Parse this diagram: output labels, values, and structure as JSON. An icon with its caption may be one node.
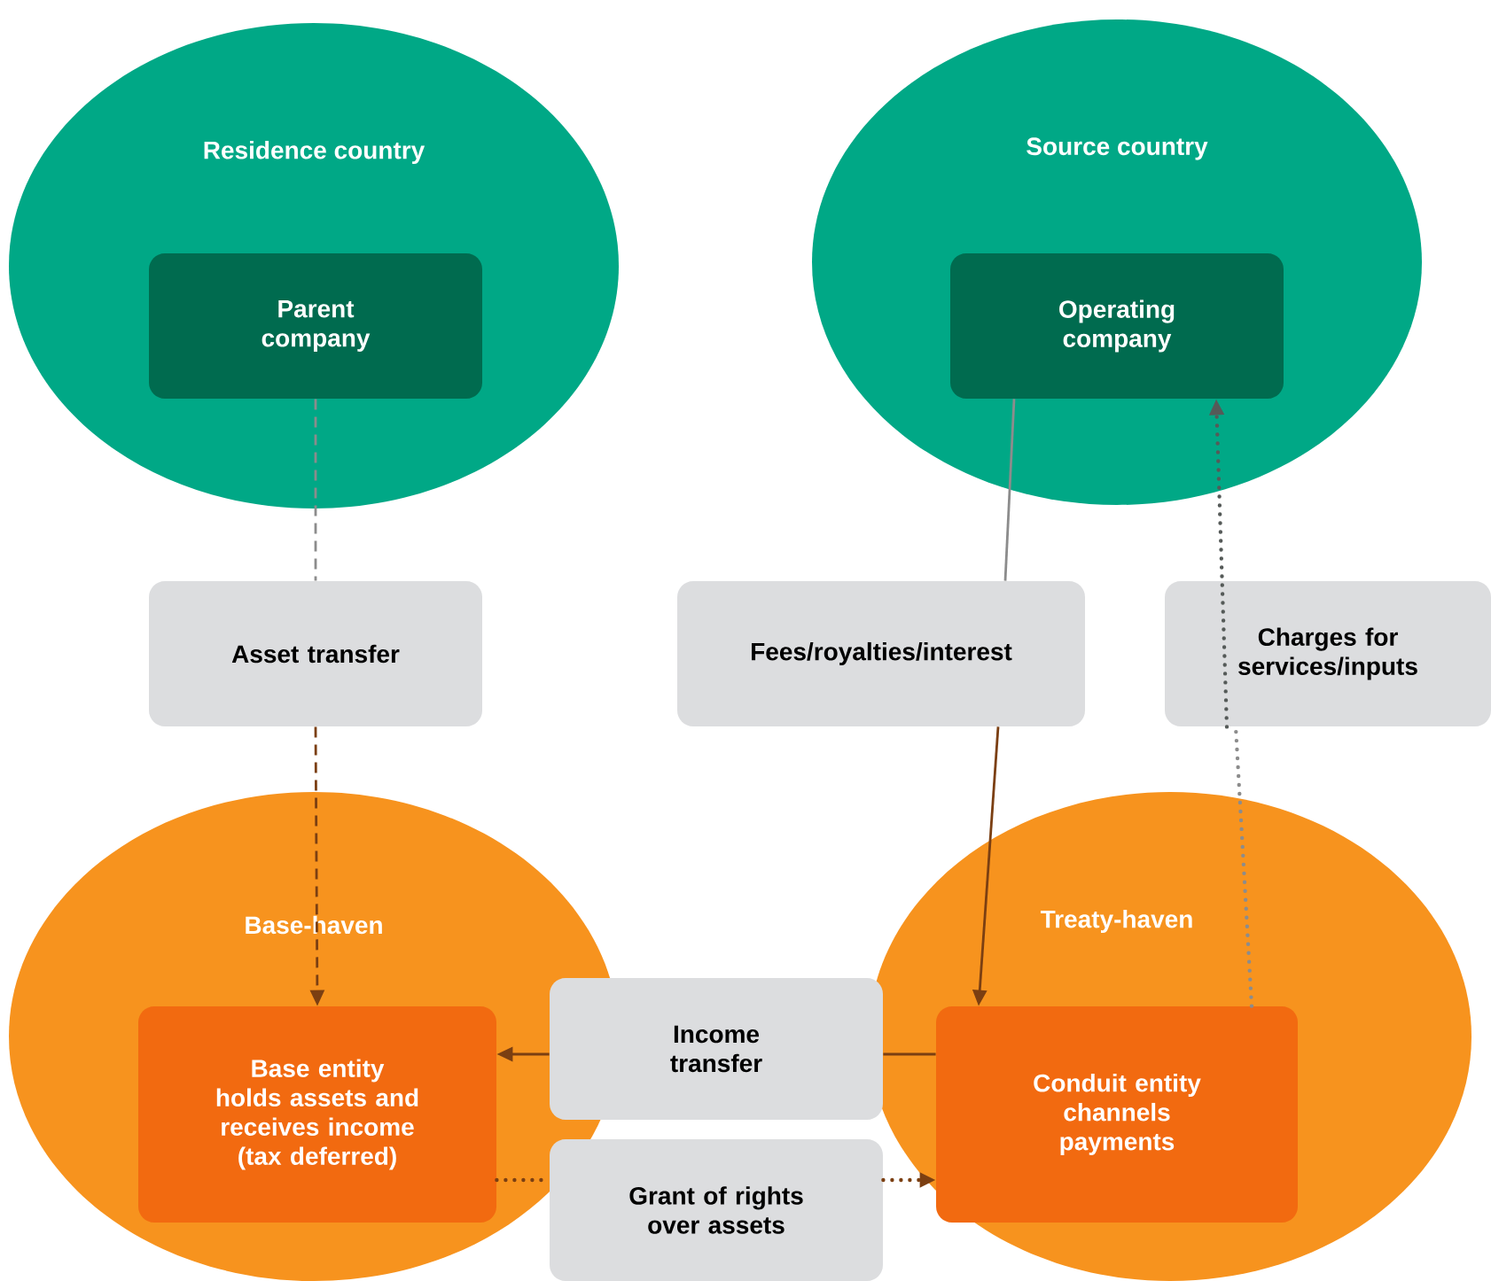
{
  "diagram": {
    "nodes": [
      {
        "text": [
          "Residence country"
        ]
      },
      {
        "text": [
          "Parent company"
        ],
        "in": 0
      },
      {
        "text": [
          "Source country"
        ]
      },
      {
        "text": [
          "Operating company"
        ],
        "in": 2
      },
      {
        "text": [
          "Asset transfer"
        ]
      },
      {
        "text": [
          "Fees/royalties/interest"
        ]
      },
      {
        "text": [
          "Charges for services/inputs"
        ]
      },
      {
        "text": [
          "Base-haven"
        ]
      },
      {
        "text": [
          "Base entity holds assets and receives income (tax deferred)"
        ],
        "in": 7
      },
      {
        "text": [
          "Treaty-haven"
        ]
      },
      {
        "text": [
          "Conduit entity channels payments"
        ],
        "in": 9
      },
      {
        "text": [
          "Income transfer"
        ]
      },
      {
        "text": [
          "Grant of rights over assets"
        ]
      }
    ],
    "edges": [
      {
        "from": 1,
        "to": 4,
        "arrow": "none",
        "style": "dashed",
        "color": "#8c8c8c"
      },
      {
        "from": 4,
        "to": 8,
        "arrow": "to",
        "style": "dashed",
        "color": "#7b3f12"
      },
      {
        "from": 3,
        "to": 5,
        "arrow": "none",
        "color": "#8c8c8c"
      },
      {
        "from": 5,
        "to": 10,
        "arrow": "to",
        "color": "#7b3f12"
      },
      {
        "from": 10,
        "to": 6,
        "arrow": "none",
        "style": "dashed",
        "color": "#8c8c8c"
      },
      {
        "from": 6,
        "to": 3,
        "arrow": "to",
        "style": "dashed",
        "color": "#555a58"
      },
      {
        "from": 10,
        "to": 11,
        "arrow": "none",
        "color": "#7b3f12"
      },
      {
        "from": 11,
        "to": 8,
        "arrow": "to",
        "color": "#7b3f12"
      },
      {
        "from": 8,
        "to": 12,
        "arrow": "none",
        "style": "dashed",
        "color": "#7b3f12"
      },
      {
        "from": 12,
        "to": 10,
        "arrow": "to",
        "style": "dashed",
        "color": "#7b3f12"
      }
    ]
  }
}
